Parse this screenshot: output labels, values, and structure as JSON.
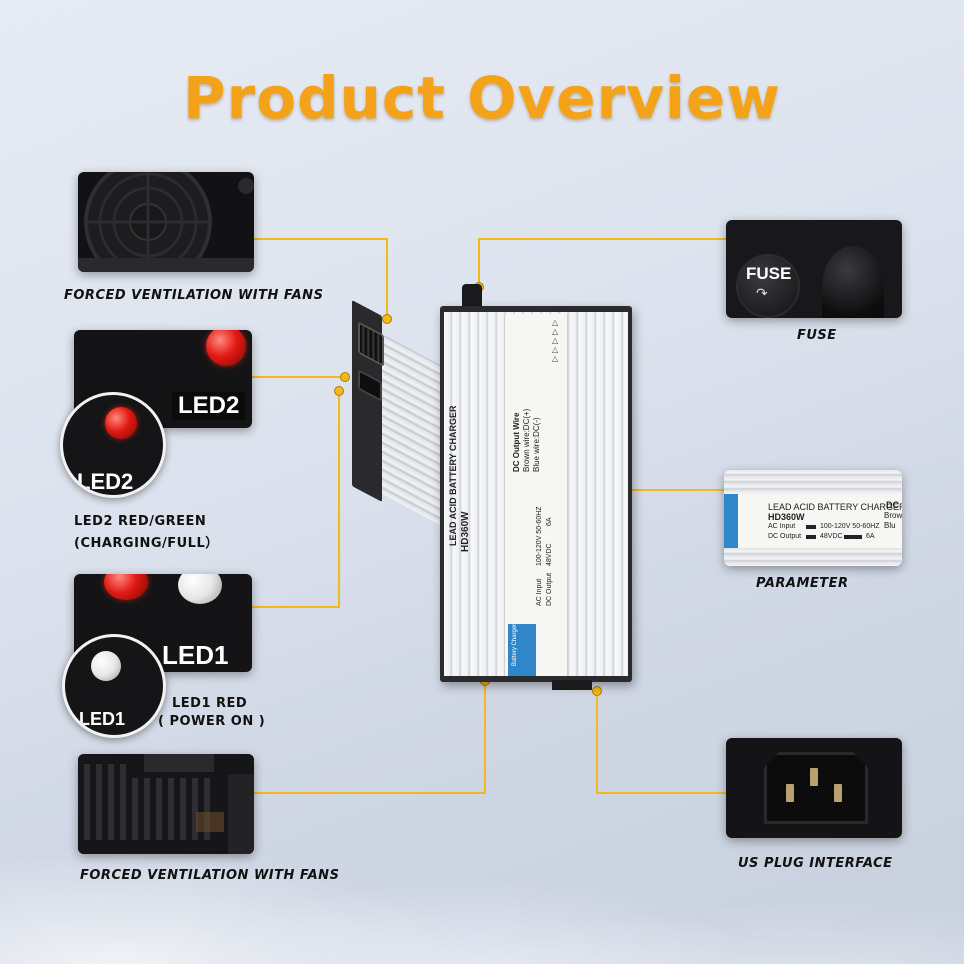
{
  "title": "Product Overview",
  "features": {
    "fan_top": {
      "label": "FORCED VENTILATION WITH FANS"
    },
    "led2": {
      "label_line1": "LED2 RED/GREEN",
      "label_line2": "(CHARGING/FULL）",
      "card_text": "LED2",
      "zoom_text": "LED2"
    },
    "led1": {
      "label_line1": "LED1 RED",
      "label_line2": "( POWER ON )",
      "card_text": "LED1",
      "zoom_text": "LED1"
    },
    "fan_bottom": {
      "label": "FORCED VENTILATION WITH FANS"
    },
    "fuse": {
      "label": "FUSE",
      "card_text": "FUSE"
    },
    "parameter": {
      "label": "PARAMETER",
      "sticker_title": "LEAD ACID BATTERY CHARGER",
      "sticker_model": "HD360W",
      "ac_input": "AC Input",
      "ac_value": "100-120V 50-60HZ",
      "dc_output": "DC Output",
      "dc_value": "48VDC",
      "amp_value": "6A",
      "edge_text": "DC",
      "edge_text2": "Brow",
      "edge_text3": "Blu"
    },
    "plug": {
      "label": "US PLUG INTERFACE"
    }
  },
  "product": {
    "sticker_title": "LEAD ACID BATTERY CHARGER",
    "sticker_model": "HD360W",
    "ac_input": "AC Input",
    "ac_value": "100-120V 50-60HZ",
    "dc_output": "DC Output",
    "dc_value": "48VDC",
    "amp_value": "6A",
    "wire_title": "DC Output Wire",
    "wire_brown": "Brown wire:DC(+)",
    "wire_blue": "Blue wire:DC(-)",
    "brand": "Battery Charger"
  },
  "colors": {
    "title": "#f4a21a",
    "leader": "#f3b81c",
    "led_red": "#e21a14"
  }
}
